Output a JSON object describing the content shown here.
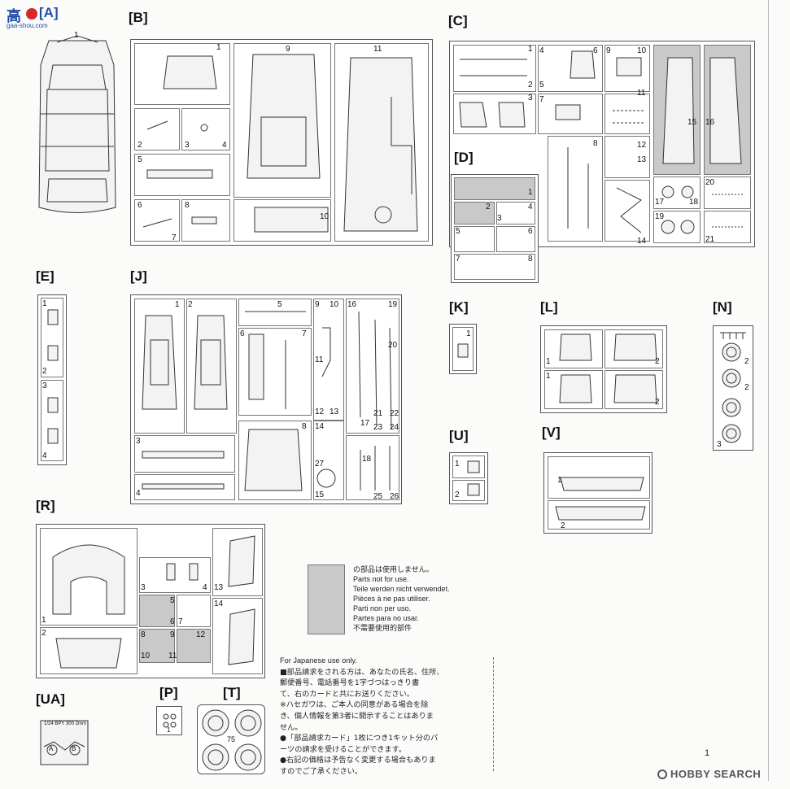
{
  "header": {
    "logo_text": "gaa-shou.com",
    "logo_glyph": "高",
    "logo_label": "[A]",
    "label_suffix": "]"
  },
  "sections": {
    "B": "[B]",
    "C": "[C]",
    "D": "[D]",
    "E": "[E]",
    "J": "[J]",
    "K": "[K]",
    "L": "[L]",
    "N": "[N]",
    "U": "[U]",
    "V": "[V]",
    "R": "[R]",
    "UA": "[UA]",
    "P": "[P]",
    "T": "[T]"
  },
  "part_numbers": {
    "A": [
      "1"
    ],
    "B": [
      "1",
      "2",
      "3",
      "4",
      "5",
      "6",
      "7",
      "8",
      "9",
      "10",
      "11"
    ],
    "C": [
      "1",
      "2",
      "3",
      "4",
      "5",
      "6",
      "7",
      "8",
      "9",
      "10",
      "11",
      "12",
      "13",
      "14",
      "15",
      "16",
      "17",
      "18",
      "19",
      "20",
      "21"
    ],
    "D": [
      "1",
      "2",
      "3",
      "4",
      "5",
      "6",
      "7",
      "8"
    ],
    "E": [
      "1",
      "2",
      "3",
      "4"
    ],
    "J": [
      "1",
      "2",
      "3",
      "4",
      "5",
      "6",
      "7",
      "8",
      "9",
      "10",
      "11",
      "12",
      "13",
      "14",
      "15",
      "16",
      "17",
      "18",
      "19",
      "20",
      "21",
      "22",
      "23",
      "24",
      "25",
      "26",
      "27"
    ],
    "K": [
      "1"
    ],
    "L": [
      "1",
      "1",
      "2",
      "2"
    ],
    "N": [
      "2",
      "2",
      "3"
    ],
    "U": [
      "1",
      "2"
    ],
    "V": [
      "1",
      "2"
    ],
    "R": [
      "1",
      "2",
      "3",
      "4",
      "5",
      "6",
      "7",
      "8",
      "9",
      "10",
      "11",
      "12",
      "13",
      "14"
    ],
    "P": [
      "1"
    ],
    "T": [
      "75"
    ],
    "UA": [
      "A",
      "B"
    ]
  },
  "ua_tag": "1/24 BPY 300 2mm",
  "legend": {
    "lines": [
      "の部品は使用しません。",
      "Parts not for use.",
      "Teile werden nicht verwendet.",
      "Pièces à ne pas utiliser.",
      "Parti non per uso.",
      "Partes para no usar.",
      "不需要使用的部件"
    ]
  },
  "japanese_notes": {
    "title": "For Japanese use only.",
    "lines": [
      "■部品請求をされる方は、あなたの氏名、住所、",
      "郵便番号、電話番号を1字づつはっきり書",
      "て、右のカードと共にお送りください。",
      "※ハセガワは、ご本人の同意がある場合を除",
      "き、個人情報を第3者に開示することはありま",
      "せん。",
      "●「部品請求カード」1枚につき1キット分のパ",
      "ーツの請求を受けることができます。",
      "●右記の価格は予告なく変更する場合もありま",
      "すのでご了承ください。"
    ]
  },
  "page_number": "1",
  "watermark": "HOBBY SEARCH",
  "colors": {
    "unused_grey": "#c9c9c9",
    "line": "#333333"
  }
}
